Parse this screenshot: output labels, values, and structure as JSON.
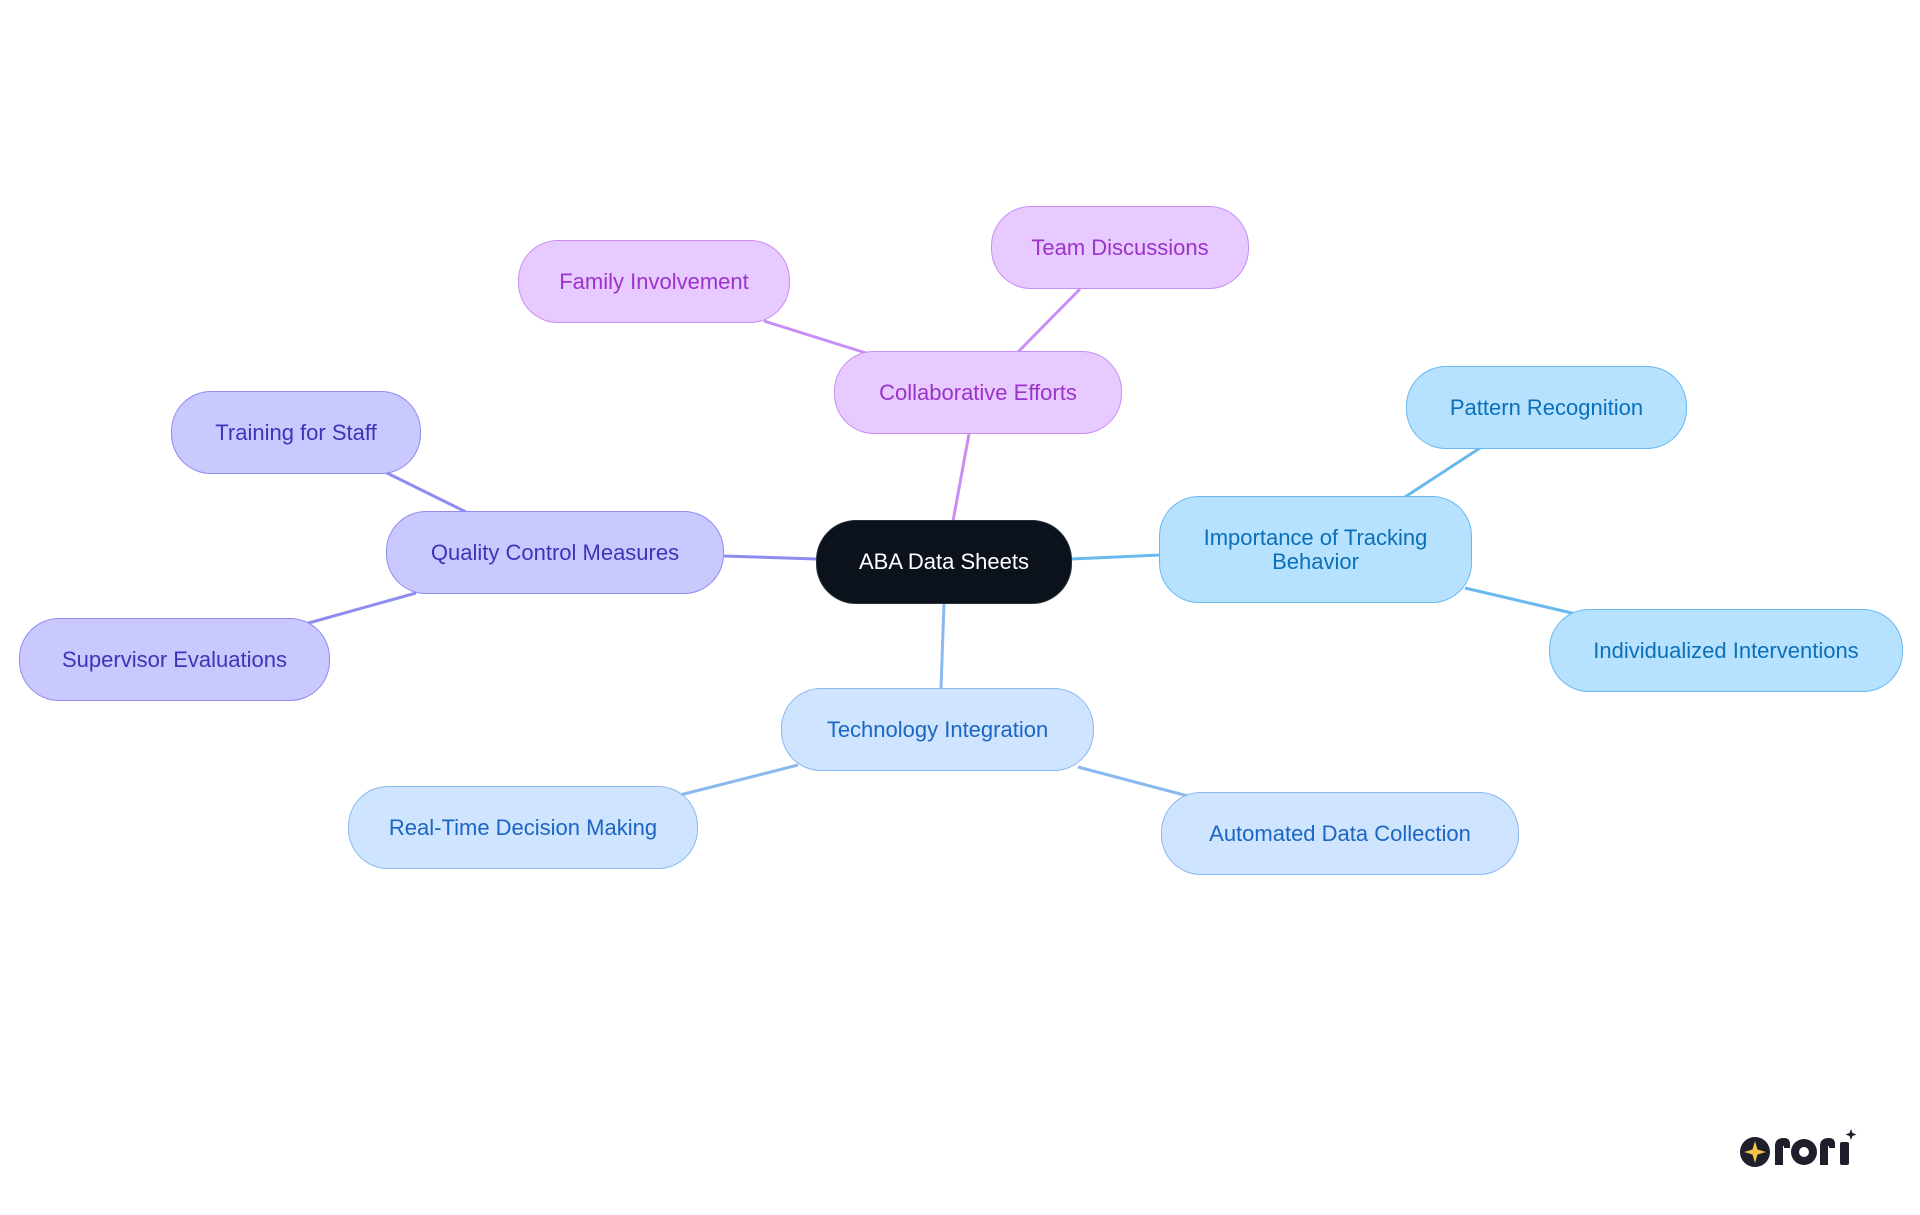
{
  "diagram": {
    "type": "mind-map",
    "root": "ABA Data Sheets",
    "branches": [
      {
        "id": "collab",
        "label": "Collaborative Efforts",
        "color": "#c98ef5",
        "children": [
          "Family Involvement",
          "Team Discussions"
        ]
      },
      {
        "id": "quality",
        "label": "Quality Control Measures",
        "color": "#8e8cf0",
        "children": [
          "Training for Staff",
          "Supervisor Evaluations"
        ]
      },
      {
        "id": "importance",
        "label": "Importance of Tracking Behavior",
        "color": "#69b9ef",
        "children": [
          "Pattern Recognition",
          "Individualized Interventions"
        ]
      },
      {
        "id": "tech",
        "label": "Technology Integration",
        "color": "#8ab9ef",
        "children": [
          "Real-Time Decision Making",
          "Automated Data Collection"
        ]
      }
    ]
  },
  "nodes": {
    "root": "ABA Data Sheets",
    "collab": "Collaborative Efforts",
    "family": "Family Involvement",
    "team": "Team Discussions",
    "quality": "Quality Control Measures",
    "training": "Training for Staff",
    "supervisor": "Supervisor Evaluations",
    "importance": "Importance of Tracking Behavior",
    "pattern": "Pattern Recognition",
    "indiv": "Individualized Interventions",
    "tech": "Technology Integration",
    "realtime": "Real-Time Decision Making",
    "auto": "Automated Data Collection"
  },
  "logo": {
    "name": "brand-logo",
    "accent": "#f5c24d",
    "dark": "#1f1f2b"
  }
}
